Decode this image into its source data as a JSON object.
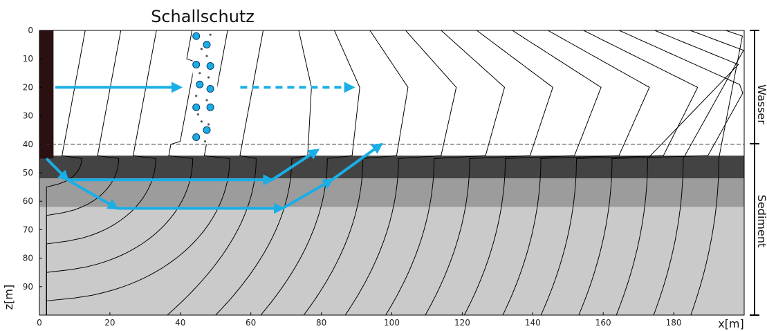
{
  "title": "Schallschutz",
  "xlabel": "x[m]",
  "ylabel": "z[m]",
  "x_ticks": [
    0,
    20,
    40,
    60,
    80,
    100,
    120,
    140,
    160,
    180
  ],
  "z_ticks": [
    0,
    10,
    20,
    30,
    40,
    50,
    60,
    70,
    80,
    90
  ],
  "x_range": [
    0,
    200
  ],
  "z_range": [
    0,
    100
  ],
  "regions": {
    "water": {
      "label": "Wasser",
      "z_range": [
        0,
        40
      ]
    },
    "sediment": {
      "label": "Sediment",
      "z_range": [
        40,
        100
      ]
    }
  },
  "layers": [
    {
      "z_top": 44,
      "z_bottom": 52,
      "color": "#434343"
    },
    {
      "z_top": 52,
      "z_bottom": 62,
      "color": "#9c9c9c"
    },
    {
      "z_top": 62,
      "z_bottom": 100,
      "color": "#cacaca"
    }
  ],
  "pile": {
    "x_range": [
      0,
      4
    ],
    "z_range": [
      0,
      45
    ],
    "color": "#2a1010"
  },
  "seabed_line_z": 40,
  "bubble_curtain": {
    "bubbles": [
      [
        44.5,
        2
      ],
      [
        47.5,
        5
      ],
      [
        48.5,
        12.5
      ],
      [
        44.5,
        12
      ],
      [
        45.5,
        19
      ],
      [
        48.5,
        20.5
      ],
      [
        44.5,
        27
      ],
      [
        48.5,
        27
      ],
      [
        47.5,
        35
      ],
      [
        44.5,
        37.5
      ]
    ],
    "dots": [
      [
        48.5,
        1.5
      ],
      [
        46,
        6.5
      ],
      [
        47.5,
        9
      ],
      [
        45.5,
        15
      ],
      [
        48,
        16.5
      ],
      [
        44.5,
        23
      ],
      [
        47.5,
        24.5
      ],
      [
        45,
        29.5
      ],
      [
        46,
        32
      ],
      [
        48,
        33
      ],
      [
        47,
        39
      ]
    ]
  },
  "wavefront_count": 19,
  "arrows": {
    "color": "#19aee6",
    "solid": [
      {
        "from": [
          4.5,
          20
        ],
        "to": [
          40,
          20
        ]
      },
      {
        "from": [
          2,
          45
        ],
        "to": [
          8,
          52.5
        ]
      },
      {
        "from": [
          8,
          52.5
        ],
        "to": [
          66,
          52.5
        ]
      },
      {
        "from": [
          66,
          52.5
        ],
        "to": [
          79,
          42
        ]
      },
      {
        "from": [
          8,
          52.5
        ],
        "to": [
          22,
          62.5
        ]
      },
      {
        "from": [
          22,
          62.5
        ],
        "to": [
          69,
          62.5
        ]
      },
      {
        "from": [
          69,
          62.5
        ],
        "to": [
          83,
          52.5
        ]
      },
      {
        "from": [
          83,
          52.5
        ],
        "to": [
          97,
          40
        ]
      }
    ],
    "dashed": [
      {
        "from": [
          57,
          20
        ],
        "to": [
          89,
          20
        ]
      }
    ]
  },
  "colors": {
    "wavefront": "#000000",
    "bubble": "#19aee6",
    "bubble_edge": "#0b3a66"
  }
}
